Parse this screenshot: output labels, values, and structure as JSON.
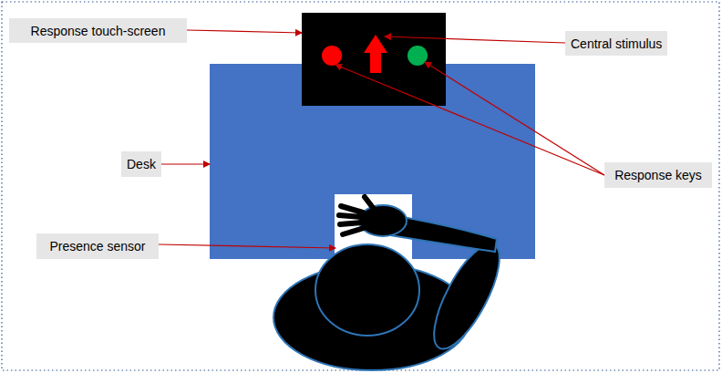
{
  "diagram": {
    "nodes": [
      {
        "text": [
          "Response touch-screen"
        ]
      },
      {
        "text": [
          "Central stimulus"
        ]
      },
      {
        "text": [
          "Desk"
        ]
      },
      {
        "text": [
          "Response keys"
        ]
      },
      {
        "text": [
          "Presence sensor"
        ]
      }
    ]
  }
}
